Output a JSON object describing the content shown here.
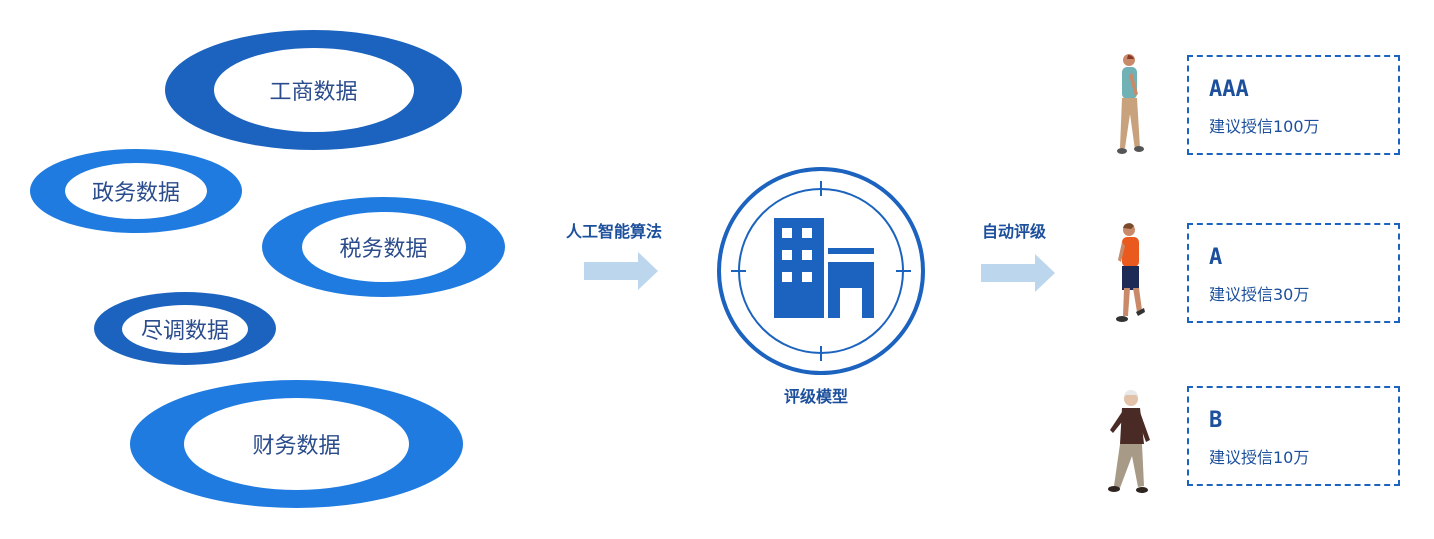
{
  "sources": [
    {
      "label": "工商数据",
      "tone": "dark"
    },
    {
      "label": "政务数据",
      "tone": "mid"
    },
    {
      "label": "税务数据",
      "tone": "mid"
    },
    {
      "label": "尽调数据",
      "tone": "dark"
    },
    {
      "label": "财务数据",
      "tone": "mid"
    }
  ],
  "algorithm_label": "人工智能算法",
  "model_label": "评级模型",
  "auto_label": "自动评级",
  "results": [
    {
      "grade": "AAA",
      "credit": "建议授信100万"
    },
    {
      "grade": "A",
      "credit": "建议授信30万"
    },
    {
      "grade": "B",
      "credit": "建议授信10万"
    }
  ],
  "colors": {
    "dark_blue": "#1b63be",
    "mid_blue": "#1f7be0",
    "arrow": "#bcd6ee",
    "text": "#1c4f9c"
  },
  "icons": [
    "building-icon",
    "arrow-right-icon",
    "walking-person-icon"
  ]
}
